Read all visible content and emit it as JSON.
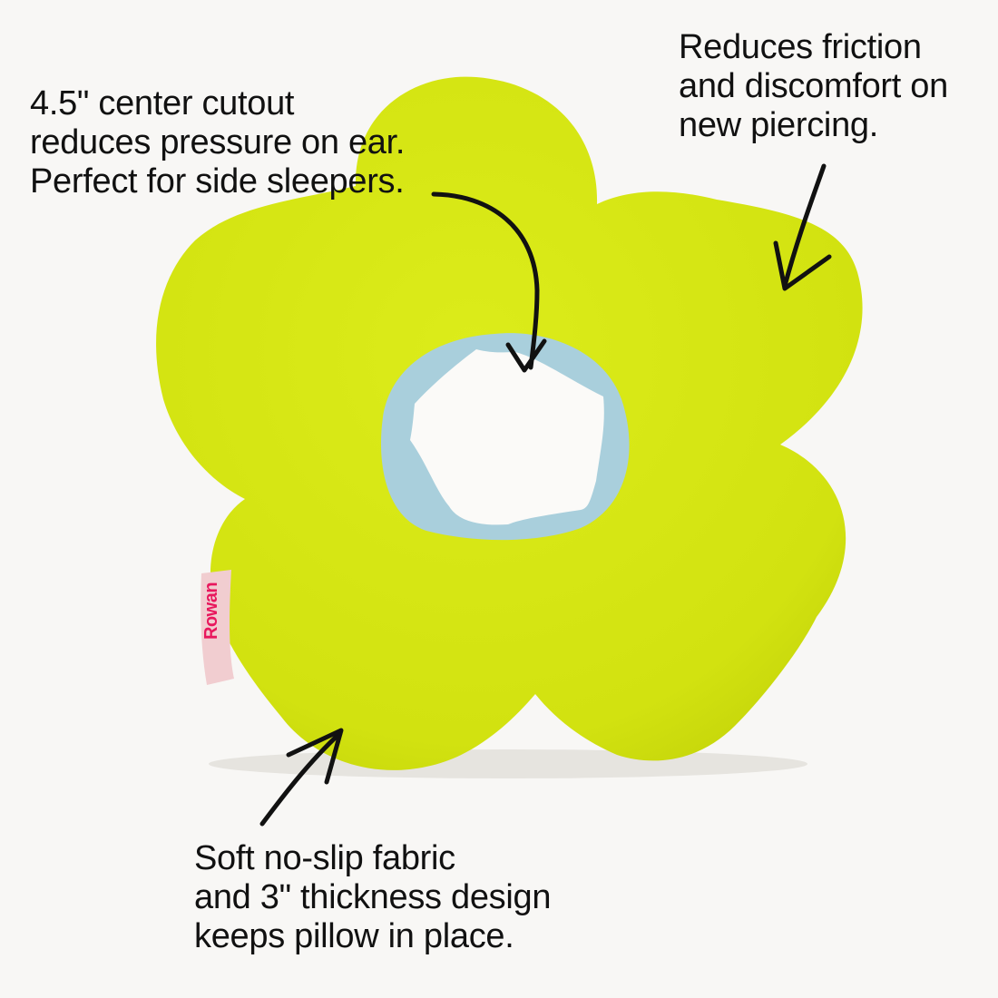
{
  "product": {
    "name": "flower ear piercing pillow",
    "brand_tag": "Rowan",
    "colors": {
      "pillow": "#d7e713",
      "cutout_lining": "#a9cfdc",
      "tag_background": "#f1cdd0",
      "tag_text": "#e8175d",
      "background": "#f8f7f5",
      "text": "#111111"
    }
  },
  "callouts": {
    "cutout": {
      "lines": [
        "4.5\" center cutout",
        "reduces pressure on ear.",
        "Perfect for side sleepers."
      ]
    },
    "friction": {
      "lines": [
        "Reduces friction",
        "and discomfort on",
        "new piercing."
      ]
    },
    "fabric": {
      "lines": [
        "Soft no-slip fabric",
        "and 3\" thickness design",
        "keeps pillow in place."
      ]
    }
  }
}
